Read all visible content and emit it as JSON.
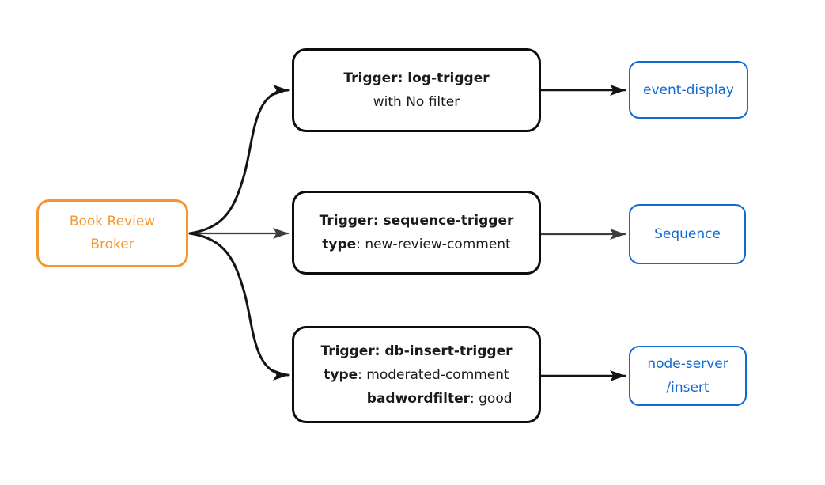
{
  "colors": {
    "background": "#ffffff",
    "broker": "#f4972f",
    "trigger_border": "#0d0d0d",
    "trigger_text": "#1a1a1a",
    "sink": "#1269d2",
    "edge_black": "#141414",
    "edge_gray": "#3d3d3d"
  },
  "broker": {
    "lines": [
      "Book Review",
      "Broker"
    ]
  },
  "triggers": [
    {
      "title": "Trigger: log-trigger",
      "filter_note": "with No filter"
    },
    {
      "title": "Trigger: sequence-trigger",
      "attrs": [
        {
          "key": "type",
          "value": ": new-review-comment"
        }
      ]
    },
    {
      "title": "Trigger: db-insert-trigger",
      "attrs": [
        {
          "key": "type",
          "value": ": moderated-comment"
        },
        {
          "key": "badwordfilter",
          "value": ": good"
        }
      ]
    }
  ],
  "sinks": [
    {
      "lines": [
        "event-display"
      ]
    },
    {
      "lines": [
        "Sequence"
      ]
    },
    {
      "lines": [
        "node-server",
        "/insert"
      ]
    }
  ],
  "edges": [
    {
      "from": "broker",
      "to": "trigger-log"
    },
    {
      "from": "broker",
      "to": "trigger-sequence"
    },
    {
      "from": "broker",
      "to": "trigger-db-insert"
    },
    {
      "from": "trigger-log",
      "to": "event-display"
    },
    {
      "from": "trigger-sequence",
      "to": "sequence"
    },
    {
      "from": "trigger-db-insert",
      "to": "node-server-insert"
    }
  ]
}
